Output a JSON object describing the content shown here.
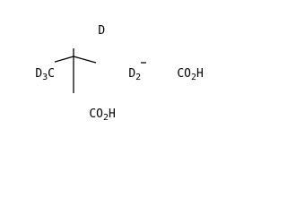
{
  "structure": {
    "labels": {
      "deuterium_top": "D",
      "cd3_left": {
        "atom": "D",
        "count": "3",
        "carbon": "C"
      },
      "cd2_mid": {
        "atom": "D",
        "count": "2"
      },
      "acid_right": {
        "group": "CO",
        "h": "H",
        "o": "2"
      },
      "acid_bottom": {
        "group": "CO",
        "o": "2",
        "h": "H"
      }
    }
  }
}
